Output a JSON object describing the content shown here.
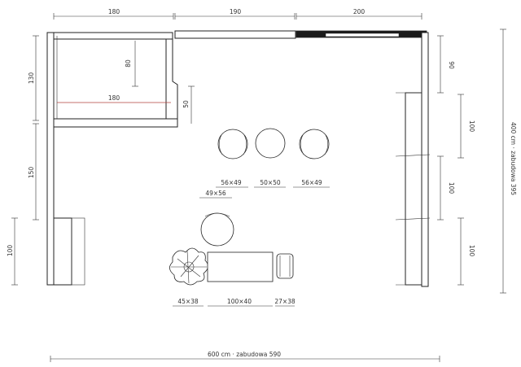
{
  "dimensions": {
    "top_1": "180",
    "top_2": "190",
    "top_3": "200",
    "left_1": "130",
    "left_2": "150",
    "left_3": "100",
    "right_1": "90",
    "right_2": "100",
    "right_3": "100",
    "right_4": "100",
    "total_right": "400 cm · zabudowa 395",
    "total_bottom": "600 cm · zabudowa 590",
    "bed_depth": "80",
    "bed_width": "180",
    "step_50": "50"
  },
  "furniture_labels": {
    "chair_left": "56×49",
    "chair_center": "50×50",
    "chair_right": "56×49",
    "chair_lower": "49×56",
    "plant": "45×38",
    "table": "100×40",
    "stool": "27×38"
  },
  "colors": {
    "line": "#222222",
    "accent_line": "#b0413e",
    "counter_dark": "#1a1a1a"
  }
}
